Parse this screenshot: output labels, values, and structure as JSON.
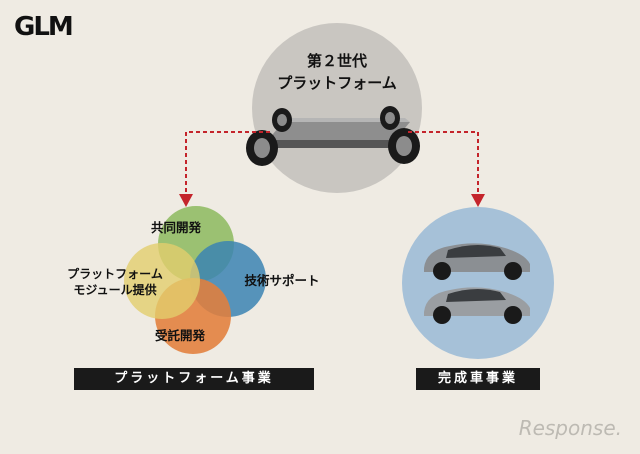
{
  "logo": "GLM",
  "platform": {
    "title_line1": "第２世代",
    "title_line2": "プラットフォーム"
  },
  "services": [
    {
      "label": "共同開発",
      "color": "#9ccd72"
    },
    {
      "label": "技術サポート",
      "color": "#3f8fc9"
    },
    {
      "label": "受託開発",
      "color": "#f28a43"
    },
    {
      "label_line1": "プラットフォーム",
      "label_line2": "モジュール提供",
      "color": "#f3e07a"
    }
  ],
  "business": {
    "platform_label": "プラットフォーム事業",
    "complete_label": "完成車事業"
  },
  "watermark": "Response.",
  "colors": {
    "background": "#efebe3",
    "platform_circle": "#c9c6c1",
    "car_circle": "#a6c1d8",
    "arrow": "#c4242b",
    "label_bar": "#1a1a1a"
  }
}
